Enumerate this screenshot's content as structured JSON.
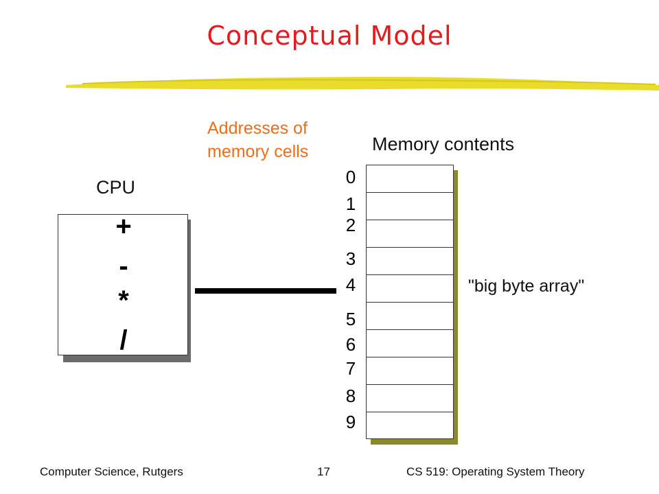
{
  "slide": {
    "title": "Conceptual Model",
    "cpu_label": "CPU",
    "operators": [
      "+",
      "-",
      "*",
      "/"
    ],
    "addresses_label_line1": "Addresses of",
    "addresses_label_line2": "memory cells",
    "memory_label": "Memory contents",
    "addresses": [
      "0",
      "1",
      "2",
      "3",
      "4",
      "5",
      "6",
      "7",
      "8",
      "9"
    ],
    "array_note": "\"big byte array\""
  },
  "footer": {
    "left": "Computer Science, Rutgers",
    "page": "17",
    "right": "CS 519: Operating System Theory"
  },
  "colors": {
    "title": "#e8191c",
    "annotation": "#ee6d1b",
    "underline": "#e9dd2c",
    "memory_shadow": "#8a8a2a",
    "cpu_shadow": "#6b6b6b"
  }
}
